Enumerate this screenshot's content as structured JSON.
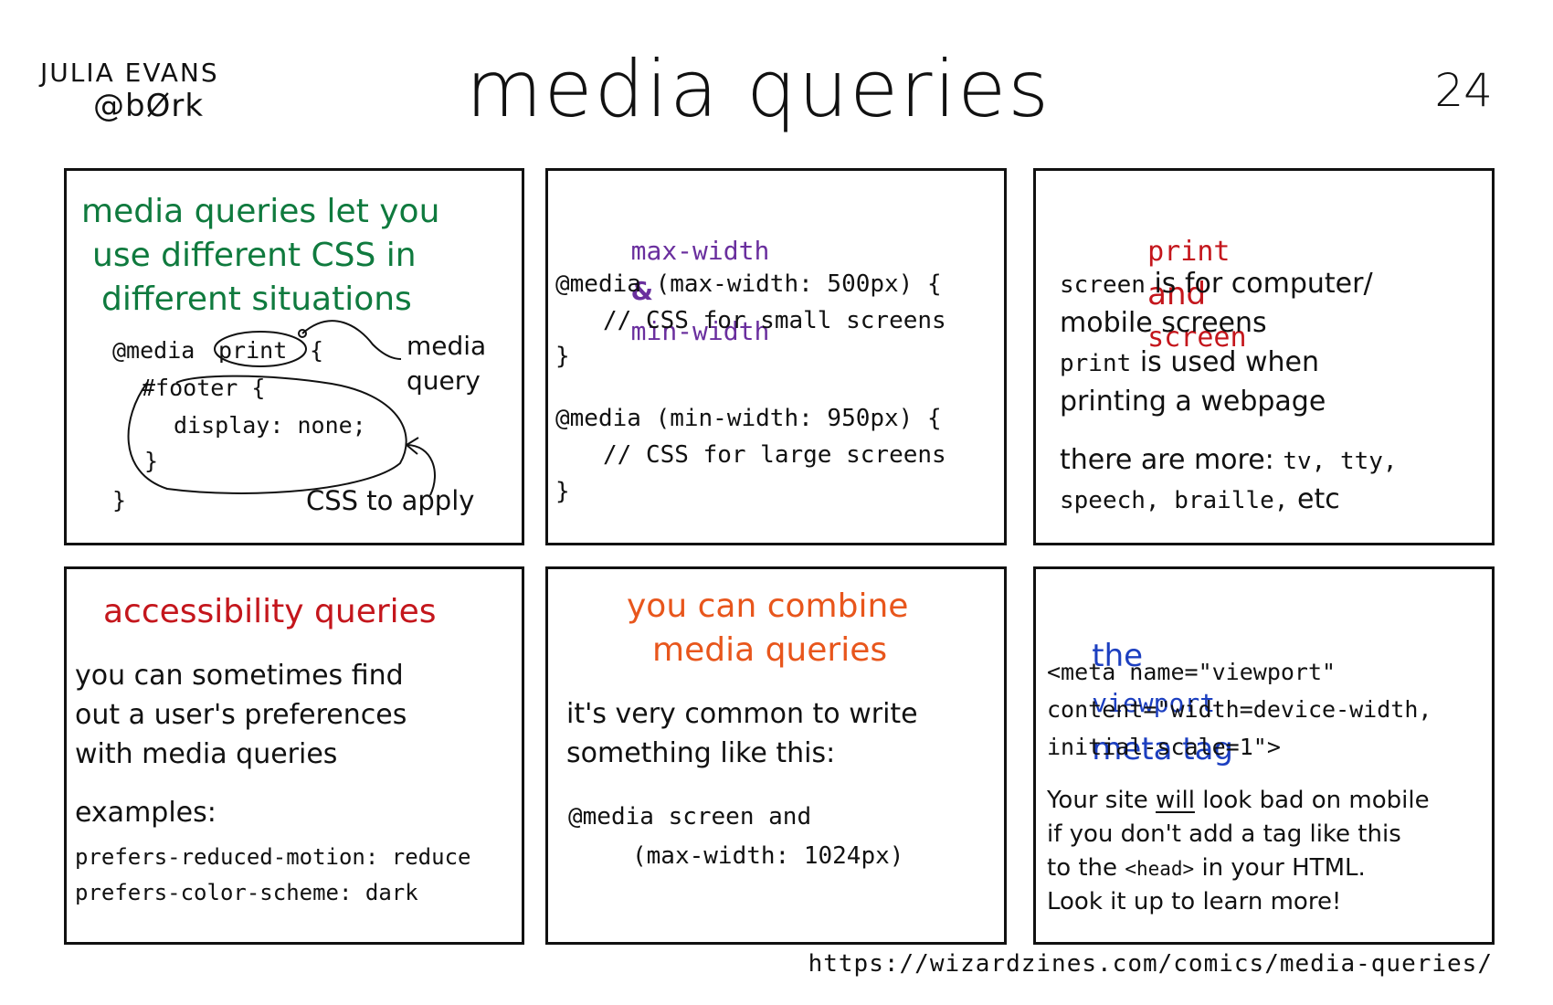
{
  "header": {
    "author_line1": "JULIA EVANS",
    "author_line2": "@bØrk",
    "title": "media queries",
    "page_number": "24"
  },
  "panels": {
    "intro": {
      "heading_lines": [
        "media queries let you",
        "use different CSS in",
        "different situations"
      ],
      "code_lines": [
        "@media",
        "print",
        "{",
        "#footer {",
        "display: none;",
        "}",
        "}"
      ],
      "annotation_query": [
        "media",
        "query"
      ],
      "annotation_css": "CSS to apply"
    },
    "width": {
      "heading_part1": "max-width",
      "heading_amp": "&",
      "heading_part2": "min-width",
      "code_lines": [
        "@media (max-width: 500px) {",
        "// CSS for small screens",
        "}",
        "@media (min-width: 950px) {",
        "// CSS for large screens",
        "}"
      ]
    },
    "print_screen": {
      "heading_part1": "print",
      "heading_and": "and",
      "heading_part2": "screen",
      "line1_code": "screen",
      "line1_text": "is for computer/",
      "line2_text": "mobile screens",
      "line3_code": "print",
      "line3_text": "is used when",
      "line4_text": "printing a webpage",
      "line5_text": "there are more:",
      "line5_code": "tv, tty,",
      "line6_code": "speech, braille,",
      "line6_text": "etc"
    },
    "accessibility": {
      "heading": "accessibility queries",
      "body_lines": [
        "you can sometimes find",
        "out a user's preferences",
        "with media queries"
      ],
      "examples_label": "examples:",
      "example_lines": [
        "prefers-reduced-motion: reduce",
        "prefers-color-scheme: dark"
      ]
    },
    "combine": {
      "heading_lines": [
        "you can combine",
        "media queries"
      ],
      "body_lines": [
        "it's very common to write",
        "something like this:"
      ],
      "code_lines": [
        "@media screen and",
        "(max-width: 1024px)"
      ]
    },
    "viewport": {
      "heading_part1": "the",
      "heading_code": "viewport",
      "heading_part2": "meta tag",
      "code_lines": [
        "<meta name=\"viewport\"",
        "content=\"width=device-width,",
        "initial-scale=1\">"
      ],
      "text_line1_a": "Your site",
      "text_line1_u": "will",
      "text_line1_b": "look bad on mobile",
      "text_line2": "if you don't add a tag like this",
      "text_line3_a": "to the",
      "text_line3_code": "<head>",
      "text_line3_b": "in your HTML.",
      "text_line4": "Look it up to learn more!"
    }
  },
  "footer": {
    "url": "https://wizardzines.com/comics/media-queries/"
  },
  "colors": {
    "green": "#0f7a3e",
    "purple": "#6a2f9e",
    "red": "#c4161c",
    "orange": "#e8561c",
    "blue": "#1c3fc0"
  }
}
